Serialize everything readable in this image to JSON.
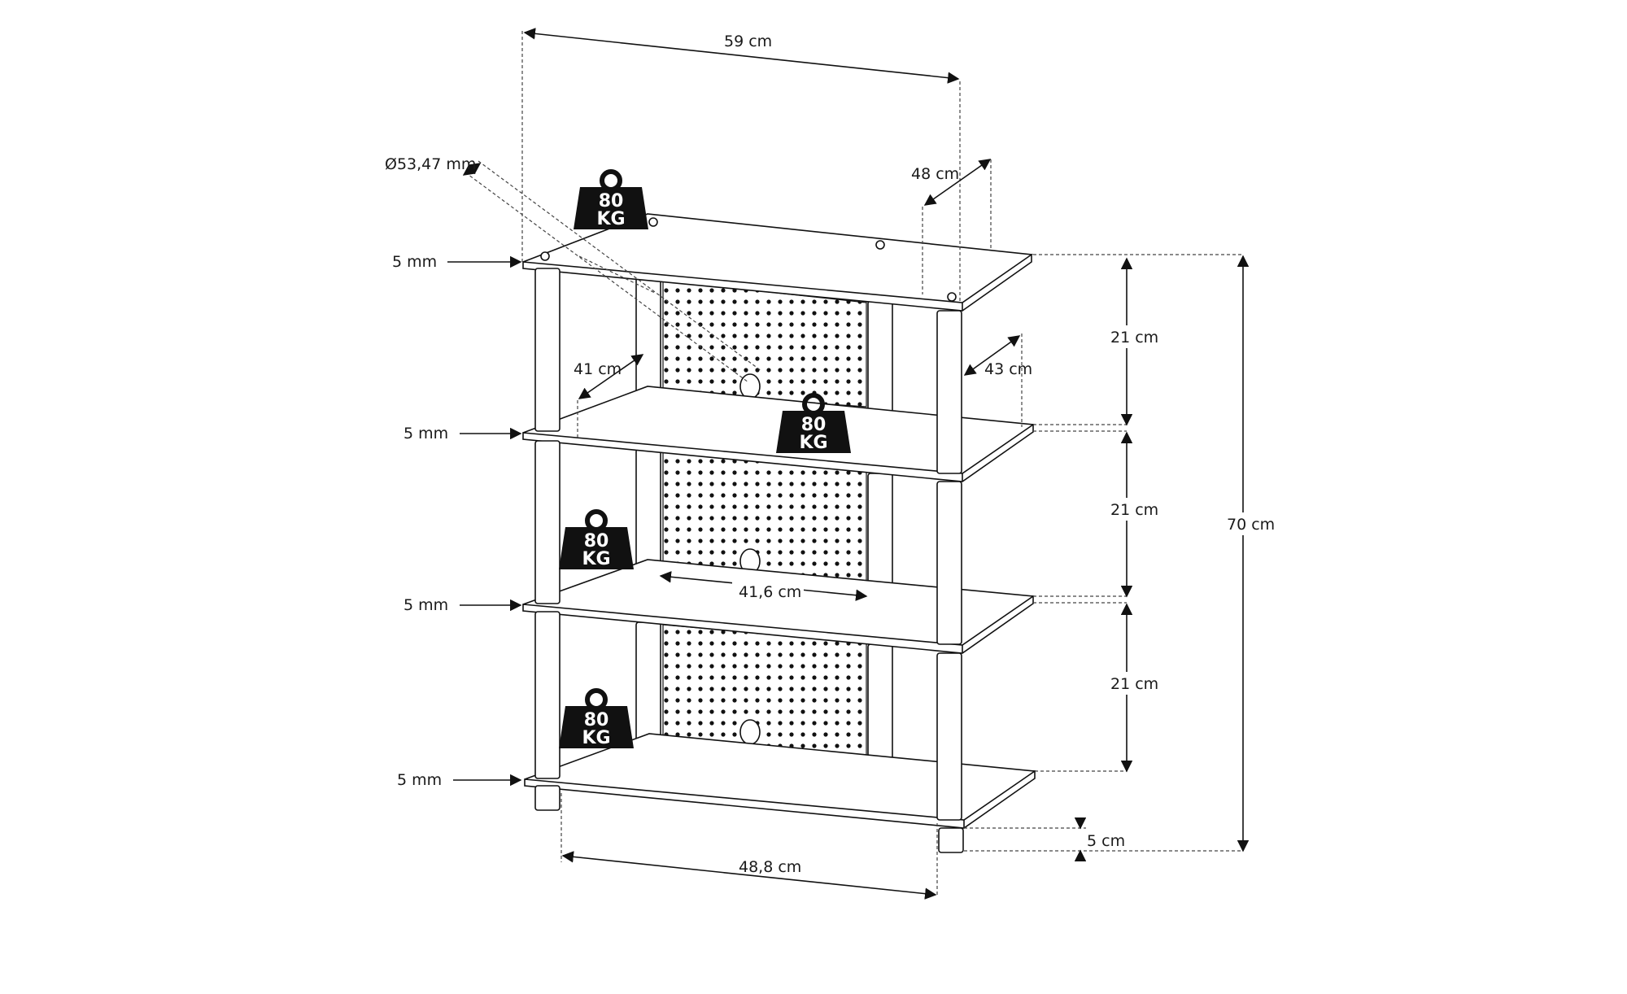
{
  "labels": {
    "width": "59 cm",
    "depth_top": "48 cm",
    "diameter": "Ø53,47 mm",
    "shelf_thickness": "5 mm",
    "inner_depth_left": "41 cm",
    "inner_depth_right": "43 cm",
    "level_height": "21 cm",
    "total_height": "70 cm",
    "panel_width": "41,6 cm",
    "base_width": "48,8 cm",
    "foot_height": "5 cm"
  },
  "weights": [
    {
      "value": "80",
      "unit": "KG"
    },
    {
      "value": "80",
      "unit": "KG"
    },
    {
      "value": "80",
      "unit": "KG"
    },
    {
      "value": "80",
      "unit": "KG"
    }
  ],
  "icons": {
    "weight": "kettlebell-weight-icon",
    "dimension": "dimension-arrow"
  },
  "colors": {
    "stroke": "#111111",
    "background": "#ffffff"
  }
}
